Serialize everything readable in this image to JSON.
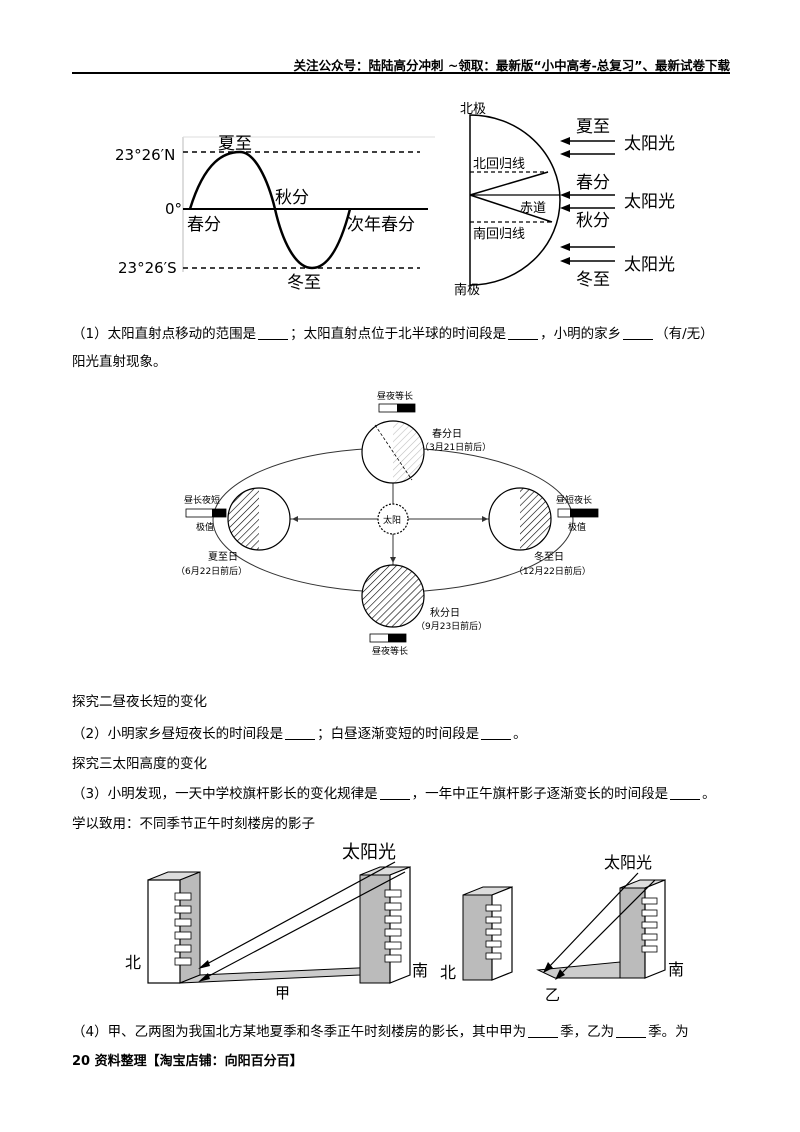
{
  "header": {
    "text": "关注公众号：陆陆高分冲刺 ~领取：最新版“小中高考-总复习”、最新试卷下载"
  },
  "fig1": {
    "lat_n": "23°26′N",
    "lat_0": "0°",
    "lat_s": "23°26′S",
    "summer_solstice": "夏至",
    "autumn_equinox": "秋分",
    "spring_equinox": "春分",
    "next_spring_equinox": "次年春分",
    "winter_solstice": "冬至"
  },
  "fig2": {
    "north_pole": "北极",
    "south_pole": "南极",
    "tropic_cancer": "北回归线",
    "equator": "赤道",
    "tropic_capricorn": "南回归线",
    "summer": "夏至",
    "spring": "春分",
    "autumn": "秋分",
    "winter": "冬至",
    "sunlight1": "太阳光",
    "sunlight2": "太阳光",
    "sunlight3": "太阳光"
  },
  "q1": {
    "part1": "（1）太阳直射点移动的范围是",
    "part2": "；太阳直射点位于北半球的时间段是",
    "part3": "，小明的家乡",
    "part4": "（有/无）",
    "line2": "阳光直射现象。"
  },
  "orbit": {
    "sun": "太阳",
    "spring_eq": "昼夜等长",
    "spring_name": "春分日",
    "spring_date": "（3月21日前后）",
    "summer_day": "昼长夜短",
    "summer_extreme": "极值",
    "summer_name": "夏至日",
    "summer_date": "（6月22日前后）",
    "winter_day": "昼短夜长",
    "winter_extreme": "极值",
    "winter_name": "冬至日",
    "winter_date": "（12月22日前后）",
    "autumn_name": "秋分日",
    "autumn_date": "（9月23日前后）",
    "autumn_eq": "昼夜等长"
  },
  "explore2": "探究二昼夜长短的变化",
  "q2": {
    "part1": "（2）小明家乡昼短夜长的时间段是",
    "part2": "；白昼逐渐变短的时间段是",
    "part3": "。"
  },
  "explore3": "探究三太阳高度的变化",
  "q3": {
    "part1": "（3）小明发现，一天中学校旗杆影长的变化规律是",
    "part2": "，一年中正午旗杆影子逐渐变长的时间段是",
    "part3": "。"
  },
  "apply": "学以致用：不同季节正午时刻楼房的影子",
  "buildings": {
    "sunlight_a": "太阳光",
    "north_a": "北",
    "south_a": "南",
    "label_a": "甲",
    "sunlight_b": "太阳光",
    "north_b": "北",
    "south_b": "南",
    "label_b": "乙"
  },
  "q4": {
    "part1": "（4）甲、乙两图为我国北方某地夏季和冬季正午时刻楼房的影长，其中甲为",
    "part2": "季，乙为",
    "part3": "季。为"
  },
  "footer": {
    "page_num": "20",
    "text": "资料整理【淘宝店铺：向阳百分百】"
  }
}
